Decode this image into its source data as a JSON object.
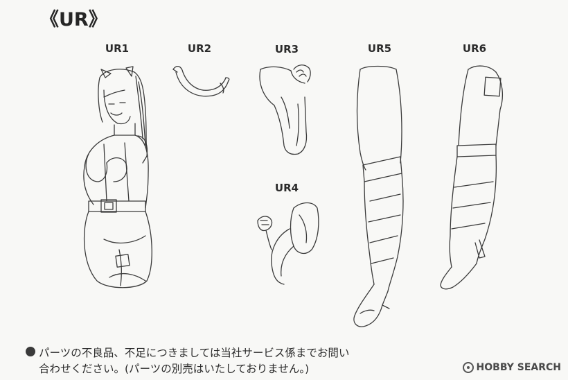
{
  "section": {
    "title": "《UR》"
  },
  "parts": {
    "ur1": "UR1",
    "ur2": "UR2",
    "ur3": "UR3",
    "ur4": "UR4",
    "ur5": "UR5",
    "ur6": "UR6"
  },
  "notice": {
    "line1": "パーツの不良品、不足につきましては当社サービス係までお問い",
    "line2": "合わせください。(パーツの別売はいたしておりません。)"
  },
  "watermark": {
    "text": "HOBBY SEARCH"
  }
}
